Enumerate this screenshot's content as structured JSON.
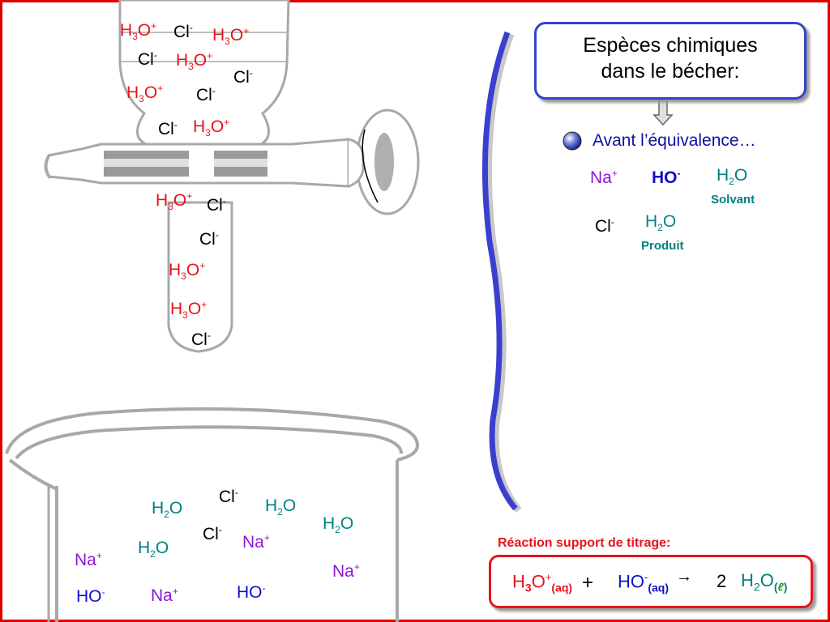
{
  "title": {
    "line1": "Espèces chimiques",
    "line2": "dans le bécher:"
  },
  "bullet": "Avant l’équivalence…",
  "species": {
    "na": "Na",
    "ho": "HO",
    "cl": "Cl",
    "h2o": "H",
    "solvant": "Solvant",
    "produit": "Produit"
  },
  "reaction": {
    "title": "Réaction support de titrage:",
    "plus": "+",
    "arrow": "→",
    "coefficient": "2",
    "reactant1_state": "(aq)",
    "reactant2_state": "(aq)",
    "product_state_open": "(",
    "product_state_symbol": "ℓ",
    "product_state_close": ")"
  },
  "burette_ions": [
    "H3O+",
    "Cl-",
    "H3O+",
    "Cl-",
    "H3O+",
    "Cl-",
    "H3O+",
    "Cl-",
    "Cl-",
    "H3O+",
    "H3O+",
    "Cl-",
    "Cl-",
    "H3O+",
    "H3O+",
    "Cl-"
  ],
  "beaker_species": [
    "H2O",
    "Cl-",
    "H2O",
    "H2O",
    "Cl-",
    "Na+",
    "H2O",
    "Na+",
    "Na+",
    "HO-",
    "Na+",
    "HO-"
  ],
  "colors": {
    "frame": "#e00000",
    "hydronium": "#e8141a",
    "water": "#008080",
    "sodium": "#8b16d8",
    "hydroxide": "#1010c8",
    "title_border": "#3344cc",
    "wavy_line": "#3b3fd0"
  }
}
